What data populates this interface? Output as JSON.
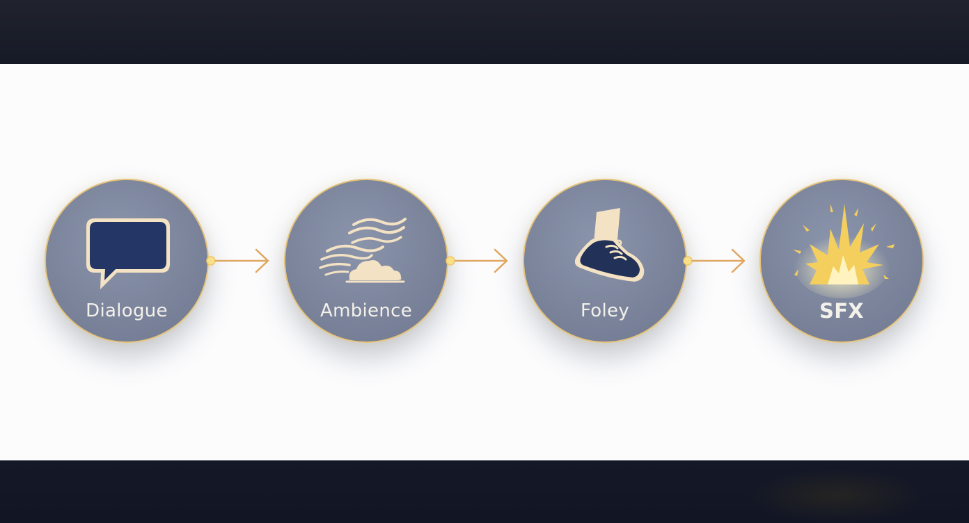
{
  "nodes": [
    {
      "label": "Dialogue",
      "icon": "speech-bubble-icon"
    },
    {
      "label": "Ambience",
      "icon": "wind-cloud-icon"
    },
    {
      "label": "Foley",
      "icon": "shoe-footstep-icon"
    },
    {
      "label": "SFX",
      "icon": "explosion-icon"
    }
  ],
  "connectors": [
    {
      "from": "Dialogue",
      "to": "Ambience"
    },
    {
      "from": "Ambience",
      "to": "Foley"
    },
    {
      "from": "Foley",
      "to": "SFX"
    }
  ],
  "colors": {
    "node_fill": "#7b849b",
    "node_border": "#e3c27a",
    "arrow": "#e0a660",
    "dot": "#f7e08a",
    "label": "#f4f1ea",
    "bubble_fill": "#243666",
    "shoe_fill": "#223158",
    "cream": "#f3e2c3",
    "flame": "#f4cf5e"
  }
}
